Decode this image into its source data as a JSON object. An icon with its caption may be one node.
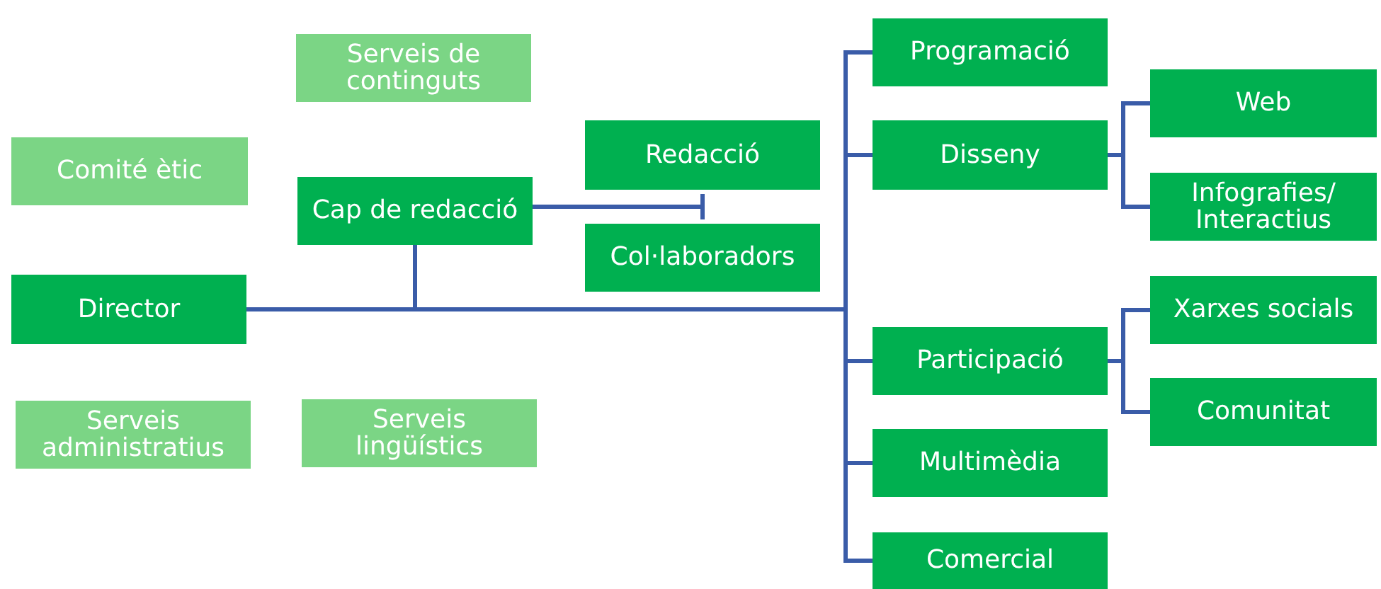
{
  "diagram": {
    "nodes": [
      {
        "text": [
          "Serveis de continguts"
        ]
      },
      {
        "text": [
          "Comité ètic"
        ]
      },
      {
        "text": [
          "Cap de redacció"
        ]
      },
      {
        "text": [
          "Redacció"
        ]
      },
      {
        "text": [
          "Col·laboradors"
        ]
      },
      {
        "text": [
          "Director"
        ]
      },
      {
        "text": [
          "Serveis administratius"
        ]
      },
      {
        "text": [
          "Serveis lingüístics"
        ]
      },
      {
        "text": [
          "Programació"
        ]
      },
      {
        "text": [
          "Disseny"
        ]
      },
      {
        "text": [
          "Web"
        ]
      },
      {
        "text": [
          "Infografies/ Interactius"
        ]
      },
      {
        "text": [
          "Participació"
        ]
      },
      {
        "text": [
          "Xarxes socials"
        ]
      },
      {
        "text": [
          "Comunitat"
        ]
      },
      {
        "text": [
          "Multimèdia"
        ]
      },
      {
        "text": [
          "Comercial"
        ]
      }
    ],
    "edges": [
      {
        "from": 5,
        "to": 2,
        "arrow": "none"
      },
      {
        "from": 2,
        "to": 3,
        "arrow": "other"
      },
      {
        "from": 2,
        "to": 4,
        "arrow": "other"
      },
      {
        "from": 5,
        "to": 8,
        "arrow": "none"
      },
      {
        "from": 5,
        "to": 9,
        "arrow": "none"
      },
      {
        "from": 5,
        "to": 12,
        "arrow": "none"
      },
      {
        "from": 5,
        "to": 15,
        "arrow": "none"
      },
      {
        "from": 5,
        "to": 16,
        "arrow": "none"
      },
      {
        "from": 9,
        "to": 10,
        "arrow": "none"
      },
      {
        "from": 9,
        "to": 11,
        "arrow": "none"
      },
      {
        "from": 12,
        "to": 13,
        "arrow": "none"
      },
      {
        "from": 12,
        "to": 14,
        "arrow": "none"
      }
    ]
  }
}
